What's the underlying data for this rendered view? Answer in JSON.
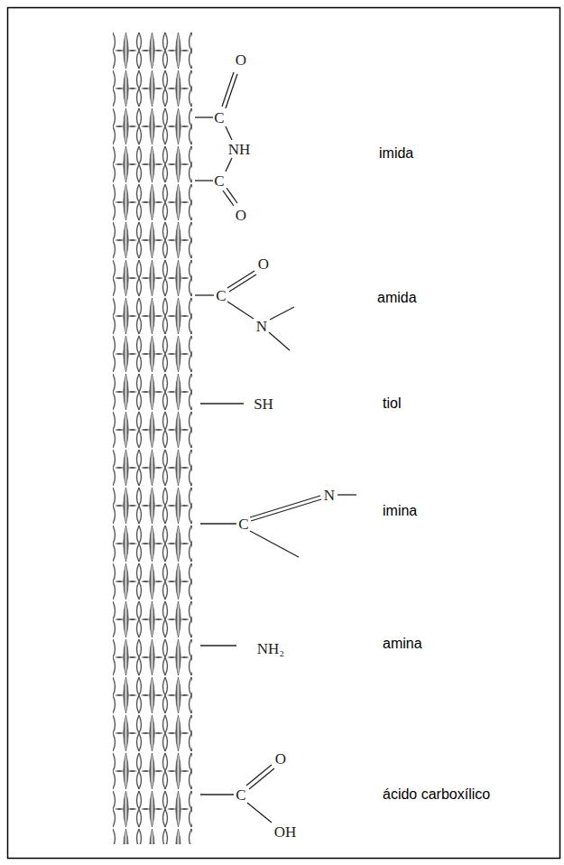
{
  "diagram": {
    "labels": [
      "O",
      "C",
      "NH",
      "C",
      "O",
      "imida",
      "O",
      "C",
      "N",
      "amida",
      "SH",
      "tiol",
      "C",
      "N",
      "imina",
      "NH₂",
      "amina",
      "O",
      "C",
      "OH",
      "ácido carboxílico"
    ]
  }
}
